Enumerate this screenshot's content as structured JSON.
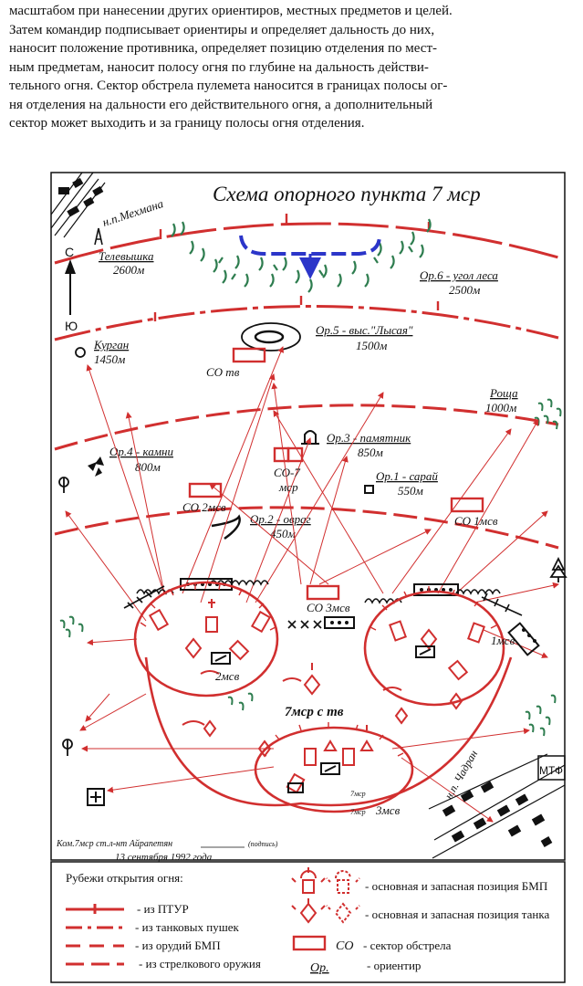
{
  "text": {
    "lines": [
      "масштабом при нанесении других ориентиров, местных предметов и целей.",
      "Затем командир подписывает ориентиры и определяет дальность до них,",
      "наносит положение противника, определяет позицию отделения по мест-",
      "ным предметам, наносит полосу огня по глубине на дальность действи-",
      "тельного огня. Сектор обстрела пулемета наносится в границах полосы ог-",
      "ня отделения на дальности его действительного огня, а дополнительный",
      "сектор может выходить и за границу полосы огня отделения."
    ]
  },
  "figure": {
    "title": "Схема опорного пункта 7 мср",
    "compass": {
      "north": "С",
      "south": "Ю"
    },
    "places": {
      "mekhmana": "н.п.Мехмана",
      "chadran": "н.п. Чадран",
      "mtf": "МТФ"
    },
    "landmarks": [
      {
        "id": "tv",
        "name": "Телевышка",
        "dist": "2600м"
      },
      {
        "id": "or6",
        "name": "Ор.6 - угол леса",
        "dist": "2500м"
      },
      {
        "id": "or5",
        "name": "Ор.5 - выс.\"Лысая\"",
        "dist": "1500м"
      },
      {
        "id": "kurgan",
        "name": "Курган",
        "dist": "1450м"
      },
      {
        "id": "roshcha",
        "name": "Роща",
        "dist": "1000м"
      },
      {
        "id": "or3",
        "name": "Ор.3 - памятник",
        "dist": "850м"
      },
      {
        "id": "or4",
        "name": "Ор.4 - камни",
        "dist": "800м"
      },
      {
        "id": "or1",
        "name": "Ор.1 - сарай",
        "dist": "550м"
      },
      {
        "id": "or2",
        "name": "Ор.2 - овраг",
        "dist": "450м"
      }
    ],
    "sectors": {
      "co_tv": "СО тв",
      "co7_a": "СО-7",
      "co7_b": "мср",
      "co2": "СО 2мсв",
      "co1": "СО 1мсв",
      "co3": "СО 3мсв"
    },
    "units": {
      "u1": "1мсв",
      "u2": "2мсв",
      "u3": "3мсв",
      "main": "7мср с тв",
      "cp_a": "7мср",
      "cp_b": "7мср"
    },
    "signature": {
      "line1": "Ком.7мср ст.л-нт Айрапетян",
      "sign": "(подпись)",
      "line2": "13 сентября 1992 года"
    }
  },
  "legend": {
    "title": "Рубежи открытия огня:",
    "lines": [
      "- из ПТУР",
      "- из танковых пушек",
      "- из орудий БМП",
      "- из стрелкового оружия"
    ],
    "bmp": "- основная и запасная позиция БМП",
    "tank": "- основная и запасная позиция танка",
    "co_symbol": "СО",
    "co_desc": "- сектор обстрела",
    "or_symbol": "Ор.",
    "or_desc": "- ориентир"
  },
  "colors": {
    "red": "#d12f2f",
    "green": "#2e7d4f",
    "blue": "#2b35c9",
    "black": "#111111"
  }
}
